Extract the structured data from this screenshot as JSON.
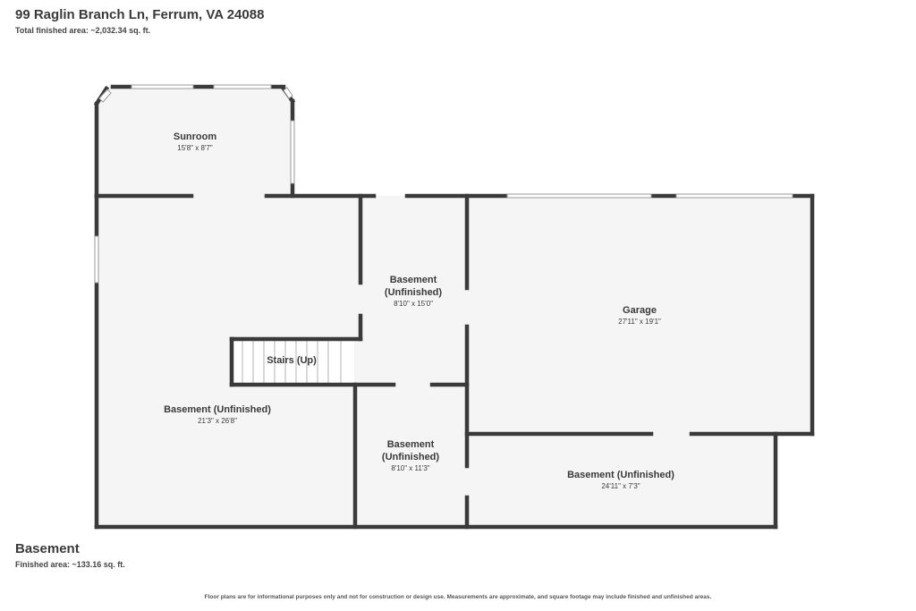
{
  "header": {
    "address": "99 Raglin Branch Ln, Ferrum, VA 24088",
    "total_area": "Total finished area: ~2,032.34 sq. ft."
  },
  "floor": {
    "level_name": "Basement",
    "finished_area": "Finished area: ~133.16 sq. ft."
  },
  "rooms": {
    "sunroom": {
      "name": "Sunroom",
      "dims": "15'8\" x 8'7\""
    },
    "basement_center": {
      "name_line1": "Basement",
      "name_line2": "(Unfinished)",
      "dims": "8'10\" x 15'0\""
    },
    "garage": {
      "name": "Garage",
      "dims": "27'11\" x 19'1\""
    },
    "stairs": {
      "name": "Stairs (Up)"
    },
    "basement_main": {
      "name": "Basement (Unfinished)",
      "dims": "21'3\" x 26'8\""
    },
    "basement_small": {
      "name_line1": "Basement",
      "name_line2": "(Unfinished)",
      "dims": "8'10\" x 11'3\""
    },
    "basement_right": {
      "name": "Basement (Unfinished)",
      "dims": "24'11\" x 7'3\""
    }
  },
  "colors": {
    "wall": "#3a3a3a",
    "floor": "#f5f5f5",
    "text": "#3a3a3a"
  },
  "footer": {
    "disclaimer": "Floor plans are for informational purposes only and not for construction or design use. Measurements are approximate, and square footage may include finished and unfinished areas."
  }
}
